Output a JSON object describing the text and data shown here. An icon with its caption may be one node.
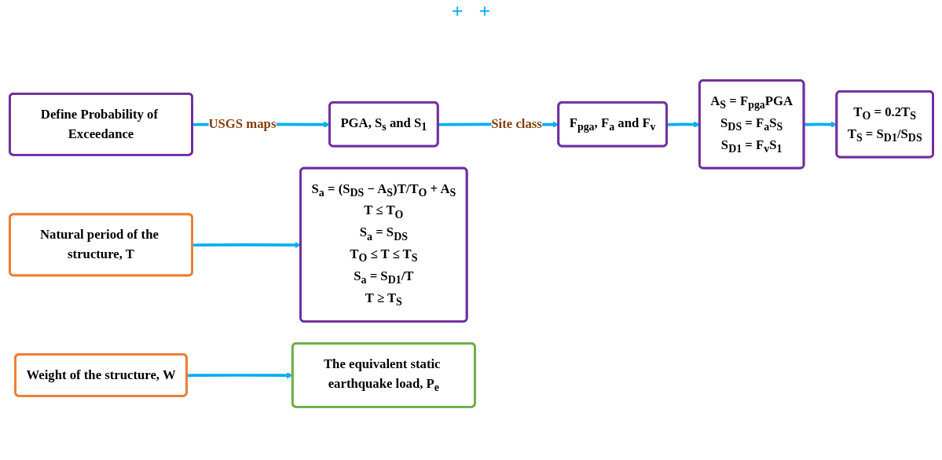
{
  "diagram": {
    "nodes": [
      {
        "text": [
          "Define Probability of Exceedance"
        ]
      },
      {
        "text": [
          "PGA, S$_{s}$ and S$_{1}$"
        ]
      },
      {
        "text": [
          "F$_{pga}$, F$_{a}$ and F$_{v}$"
        ]
      },
      {
        "text": [
          "A$_{S}$ = F$_{pga}$PGA",
          "S$_{DS}$ = F$_{a}$S$_{S}$",
          "S$_{D1}$ = F$_{v}$S$_{1}$"
        ]
      },
      {
        "text": [
          "T$_{O}$ = 0.2T$_{S}$",
          "T$_{S}$ = S$_{D1}$/S$_{DS}$"
        ]
      },
      {
        "text": [
          "Natural period of the structure, T"
        ]
      },
      {
        "text": [
          "S$_{a}$ = (S$_{DS}$ − A$_{S}$)T/T$_{O}$ + A$_{S}$",
          "T ≤ T$_{O}$",
          "S$_{a}$ = S$_{DS}$",
          "T$_{O}$ ≤ T ≤ T$_{S}$",
          "S$_{a}$ = S$_{D1}$/T",
          "T ≥ T$_{S}$"
        ]
      },
      {
        "text": [
          "Weight of the structure, W"
        ]
      },
      {
        "text": [
          "The equivalent static earthquake load, P$_{e}$"
        ]
      }
    ],
    "edges": [
      {
        "from": 0,
        "to": 1,
        "arrow": "to",
        "label": "USGS maps"
      },
      {
        "from": 1,
        "to": 2,
        "arrow": "to",
        "label": "Site class"
      },
      {
        "from": 2,
        "to": 3,
        "arrow": "to"
      },
      {
        "from": 3,
        "to": 4,
        "arrow": "to"
      },
      {
        "from": 5,
        "to": 6,
        "arrow": "to"
      },
      {
        "from": 7,
        "to": 8,
        "arrow": "to"
      }
    ],
    "labels": [
      "+",
      "+"
    ]
  }
}
